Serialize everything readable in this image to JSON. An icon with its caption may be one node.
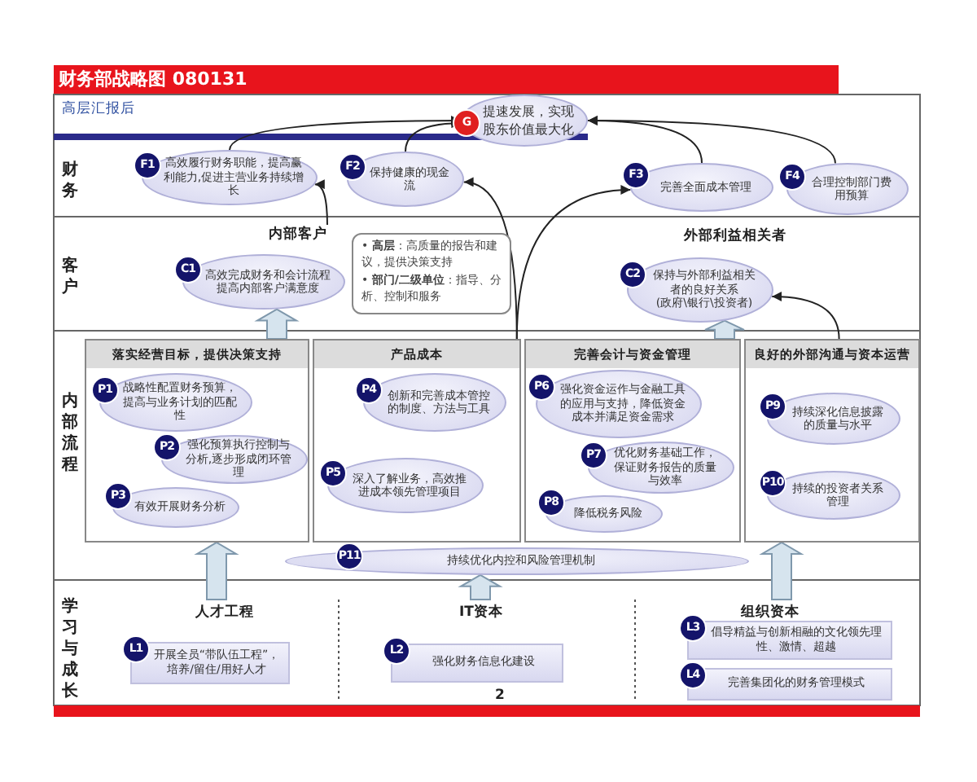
{
  "diagram": {
    "title": "财务部战略图 080131",
    "nodes": [
      {
        "text": [
          "G",
          "提速发展，实现股东价值最大化"
        ]
      },
      {
        "text": [
          "F1",
          "高效履行财务职能，提高赢利能力,促进主营业务持续增长"
        ]
      },
      {
        "text": [
          "F2",
          "保持健康的现金流"
        ]
      },
      {
        "text": [
          "F3",
          "完善全面成本管理"
        ]
      },
      {
        "text": [
          "F4",
          "合理控制部门费用预算"
        ]
      },
      {
        "text": [
          "内部客户"
        ]
      },
      {
        "text": [
          "C1",
          "高效完成财务和会计流程提高内部客户满意度"
        ]
      },
      {
        "text": [
          "• **高层**：高质量的报告和建议，提供决策支持",
          "• **部门/二级单位**：指导、分析、控制和服务"
        ]
      },
      {
        "text": [
          "C2",
          "保持与外部利益相关者的良好关系",
          "(政府\\银行\\投资者)"
        ]
      },
      {
        "text": [
          "落实经营目标，提供决策支持"
        ]
      },
      {
        "text": [
          "P1",
          "战略性配置财务预算，提高与业务计划的匹配性"
        ],
        "in": 9
      },
      {
        "text": [
          "P3",
          "有效开展财务分析"
        ],
        "in": 9
      },
      {
        "text": [
          "P2",
          "强化预算执行控制与分析,逐步形成闭环管理"
        ],
        "in": 9
      },
      {
        "text": [
          "产品成本"
        ]
      },
      {
        "text": [
          "P4",
          "创新和完善成本管控的制度、方法与工具"
        ],
        "in": 13
      },
      {
        "text": [
          "P5",
          "深入了解业务，高效推进成本领先管理项目"
        ],
        "in": 13
      },
      {
        "text": [
          "完善会计与资金管理"
        ]
      },
      {
        "text": [
          "P6",
          "强化资金运作与金融工具的应用与支持，降低资金成本并满足资金需求"
        ],
        "in": 16
      },
      {
        "text": [
          "P7",
          "优化财务基础工作，保证财务报告的质量与效率"
        ],
        "in": 16
      },
      {
        "text": [
          "P8",
          "降低税务风险"
        ],
        "in": 16
      },
      {
        "text": [
          "良好的外部沟通与资本运营"
        ]
      },
      {
        "text": [
          "P9",
          "持续深化信息披露的质量与水平"
        ],
        "in": 20
      },
      {
        "text": [
          "P10",
          "持续的投资者关系管理"
        ],
        "in": 20
      },
      {
        "text": [
          "P11",
          "持续优化内控和风险管理机制"
        ]
      },
      {
        "text": [
          "L1",
          "开展全员“带队伍工程”，培养/留住/用好人才"
        ]
      },
      {
        "text": [
          "L2",
          "强化财务信息化建设"
        ]
      },
      {
        "text": [
          "L3",
          "倡导精益与创新相融的文化领先理性、激情、超越"
        ]
      },
      {
        "text": [
          "L4",
          "完善集团化的财务管理模式"
        ]
      }
    ],
    "edges": [
      {
        "from": 1,
        "to": 0,
        "arrow": "to"
      },
      {
        "from": 2,
        "to": 0,
        "arrow": "to"
      },
      {
        "from": 3,
        "to": 0,
        "arrow": "to"
      },
      {
        "from": 4,
        "to": 0,
        "arrow": "to"
      },
      {
        "from": 5,
        "to": 1,
        "arrow": "to"
      },
      {
        "from": 13,
        "to": 2,
        "arrow": "to"
      },
      {
        "from": 13,
        "to": 3,
        "arrow": "to"
      },
      {
        "from": 20,
        "to": 8,
        "arrow": "to"
      },
      {
        "from": 9,
        "to": 6,
        "arrow": "to",
        "style": "thick"
      },
      {
        "from": 20,
        "to": 8,
        "arrow": "to",
        "style": "thick"
      },
      {
        "from": null,
        "to": 9,
        "arrow": "to",
        "style": "thick"
      },
      {
        "from": null,
        "to": 23,
        "arrow": "to",
        "style": "thick"
      },
      {
        "from": null,
        "to": 20,
        "arrow": "to",
        "style": "thick"
      }
    ],
    "labels": [
      "高层汇报后",
      "财务",
      "客户",
      "外部利益相关者",
      "内部流程",
      "学习与成长",
      "人才工程",
      "IT资本",
      "组织资本",
      "2"
    ]
  }
}
